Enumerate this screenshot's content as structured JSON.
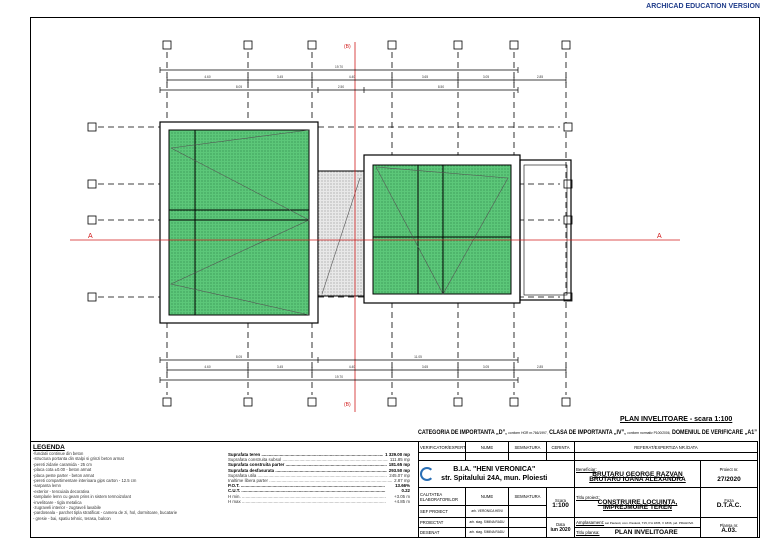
{
  "watermark": "ARCHICAD EDUCATION VERSION",
  "plan": {
    "section_label": "A",
    "section_label_top": "(B)",
    "dims_top": {
      "total": "19.70",
      "row2": [
        "4.60",
        "3.45",
        "4.40",
        "3.65",
        "3.05",
        "2.85"
      ],
      "row3": [
        "8.05",
        "2.50",
        "8.50"
      ]
    },
    "dims_bottom": {
      "row1": [
        "8.05",
        "11.05"
      ],
      "row2": [
        "4.60",
        "3.45",
        "4.40",
        "3.65",
        "3.05",
        "2.85"
      ],
      "total": "19.70"
    },
    "colors": {
      "roof": "#5cc779",
      "gutter_area": "#e4e4e4",
      "section": "#d11b1b"
    }
  },
  "title": "PLAN INVELITOARE - scara 1:100",
  "category": {
    "a": "CATEGORIA DE IMPORTANTA „D”,",
    "a_small": "conform HGR nr.766/1997,",
    "b": "CLASA DE IMPORTANTA „IV”,",
    "b_small": "conform normativ P100/2006,",
    "c": "DOMENIUL DE VERIFICARE „A1”"
  },
  "legend": {
    "title": "LEGENDA",
    "items": [
      "-fundatii continue din beton",
      "-structura portanta din stalpi si grinzi beton armat",
      "-pereti zidarie caramida - 25 cm",
      "-placa cota ±0.00 - beton armat",
      "-placa peste parter - beton armat",
      "-pereti compartimentare interioara gips carton - 12.5 cm",
      "-sarpanta lemn",
      "-exterior - tencuiala decorativa",
      "-tamplarie lemn cu geam prins in sistem termoizolant",
      "-invelitoare - tigla metalica",
      "-zugraveli interior - zugraveli lavabile",
      "-pardoseala - parchet tipla stratificat - camera de zi, hol, dormitoare, bucatarie",
      "            - gresie - bai, spatiu tehnic, terasa, balcon"
    ]
  },
  "areas": [
    {
      "label": "Suprafata teren",
      "value": "1 329.00 mp",
      "bold": true
    },
    {
      "label": "Suprafata construita subsol",
      "value": "111.85 mp",
      "bold": false
    },
    {
      "label": "Suprafata construita parter",
      "value": "181.65 mp",
      "bold": true
    },
    {
      "label": "Suprafata desfasurata",
      "value": "293.50 mp",
      "bold": true
    },
    {
      "label": "Suprafata utila",
      "value": "245.07 mp",
      "bold": false
    },
    {
      "label": "Inaltime libera parter",
      "value": "2.87 mp",
      "bold": false
    },
    {
      "label": "P.O.T.",
      "value": "13.66%",
      "bold": true
    },
    {
      "label": "C.U.T.",
      "value": "0.22",
      "bold": true
    },
    {
      "label": "H min.",
      "value": "+3.05 m",
      "bold": false
    },
    {
      "label": "H  max",
      "value": "+4.85 m",
      "bold": false
    }
  ],
  "titleblock": {
    "h_verif": "VERIFICATOR/EXPERT",
    "h_nume": "NUME",
    "h_semn": "SEMNATURA",
    "h_cerinta": "CERINTA",
    "h_referat": "REFERAT/EXPERTIZA NR./DATA",
    "firm_name": "B.I.A. \"HENI VERONICA\"",
    "firm_addr": "str. Spitalului 24A, mun. Ploiesti",
    "beneficiar_label": "Beneficiar:",
    "beneficiar_1": "BRUTARU GEORGE RAZVAN",
    "beneficiar_2": "BRUTARU IOANA ALEXANDRA",
    "proiect_nr_label": "Proiect nr.",
    "proiect_nr": "27/2020",
    "calitatea": "CALITATEA ELABORATORILOR",
    "nume": "NUME",
    "semnatura": "SEMNATURA",
    "scara_label": "Scara",
    "scara": "1:100",
    "titlu_proiect_label": "Titlu proiect:",
    "titlu_proiect_1": "CONSTRUIRE LOCUINTA,",
    "titlu_proiect_2": "IMPREJMUIRE TEREN",
    "faza_label": "Faza",
    "faza": "D.T.A.C.",
    "sef_proiect": "SEF PROIECT",
    "sef_proiect_nume": "arh. VERONICA HENI",
    "proiectat": "PROIECTAT",
    "proiectat_nume": "arh. stag. SIMINA RADU",
    "desenat": "DESENAT",
    "desenat_nume": "arh. stag. SIMINA RADU",
    "data_label": "Data",
    "data": "iun 2020",
    "amplasament_label": "Amplasament:",
    "amplasament": "sat Paulesti, com. Paulesti, T15, P.A 1835, V 1836, jud. PRAHOVA",
    "plansa_label": "Plansa nr.",
    "plansa": "A.03.",
    "titlu_plansa_label": "Titlu plansa:",
    "titlu_plansa": "PLAN INVELITOARE"
  }
}
